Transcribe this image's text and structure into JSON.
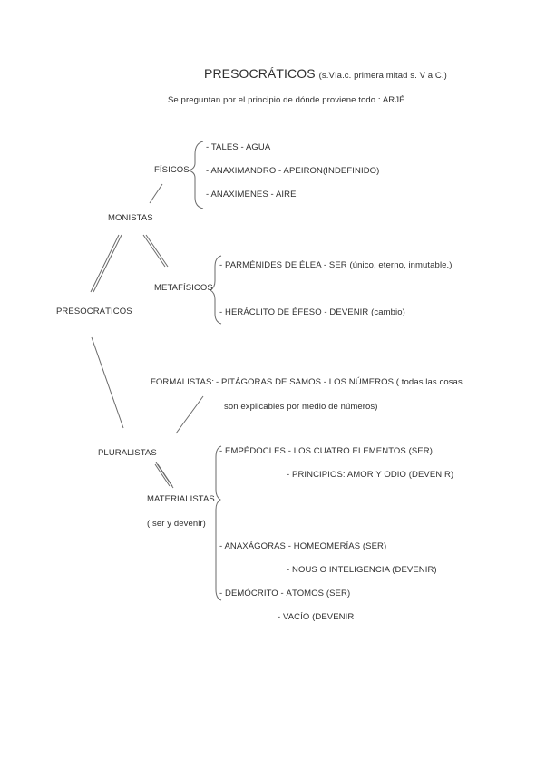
{
  "title": "PRESOCRÁTICOS",
  "title_note": "(s.VIa.c. primera mitad s. V a.C.)",
  "subtitle": "Se preguntan por el principio de dónde proviene todo : ARJÉ",
  "root": "PRESOCRÁTICOS",
  "monistas": {
    "label": "MONISTAS",
    "fisicos": {
      "label": "FÍSICOS",
      "items": [
        "- TALES - AGUA",
        "- ANAXIMANDRO - APEIRON(INDEFINIDO)",
        "- ANAXÍMENES - AIRE"
      ]
    },
    "metafisicos": {
      "label": "METAFÍSICOS",
      "items": [
        "- PARMÉNIDES DE ÉLEA - SER (único, eterno, inmutable.)",
        "- HERÁCLITO DE ÉFESO - DEVENIR (cambio)"
      ]
    }
  },
  "pluralistas": {
    "label": "PLURALISTAS",
    "formalistas": {
      "label": "FORMALISTAS:",
      "line1": "- PITÁGORAS DE SAMOS - LOS NÚMEROS ( todas las cosas",
      "line2": "son explicables por medio de números)"
    },
    "materialistas": {
      "label": "MATERIALISTAS",
      "sublabel": "( ser y devenir)",
      "entries": [
        "- EMPÉDOCLES - LOS CUATRO ELEMENTOS (SER)",
        "- PRINCIPIOS: AMOR Y ODIO (DEVENIR)",
        "- ANAXÁGORAS - HOMEOMERÍAS (SER)",
        "- NOUS O INTELIGENCIA (DEVENIR)",
        "- DEMÓCRITO - ÁTOMOS (SER)",
        "- VACÍO (DEVENIR"
      ]
    }
  }
}
